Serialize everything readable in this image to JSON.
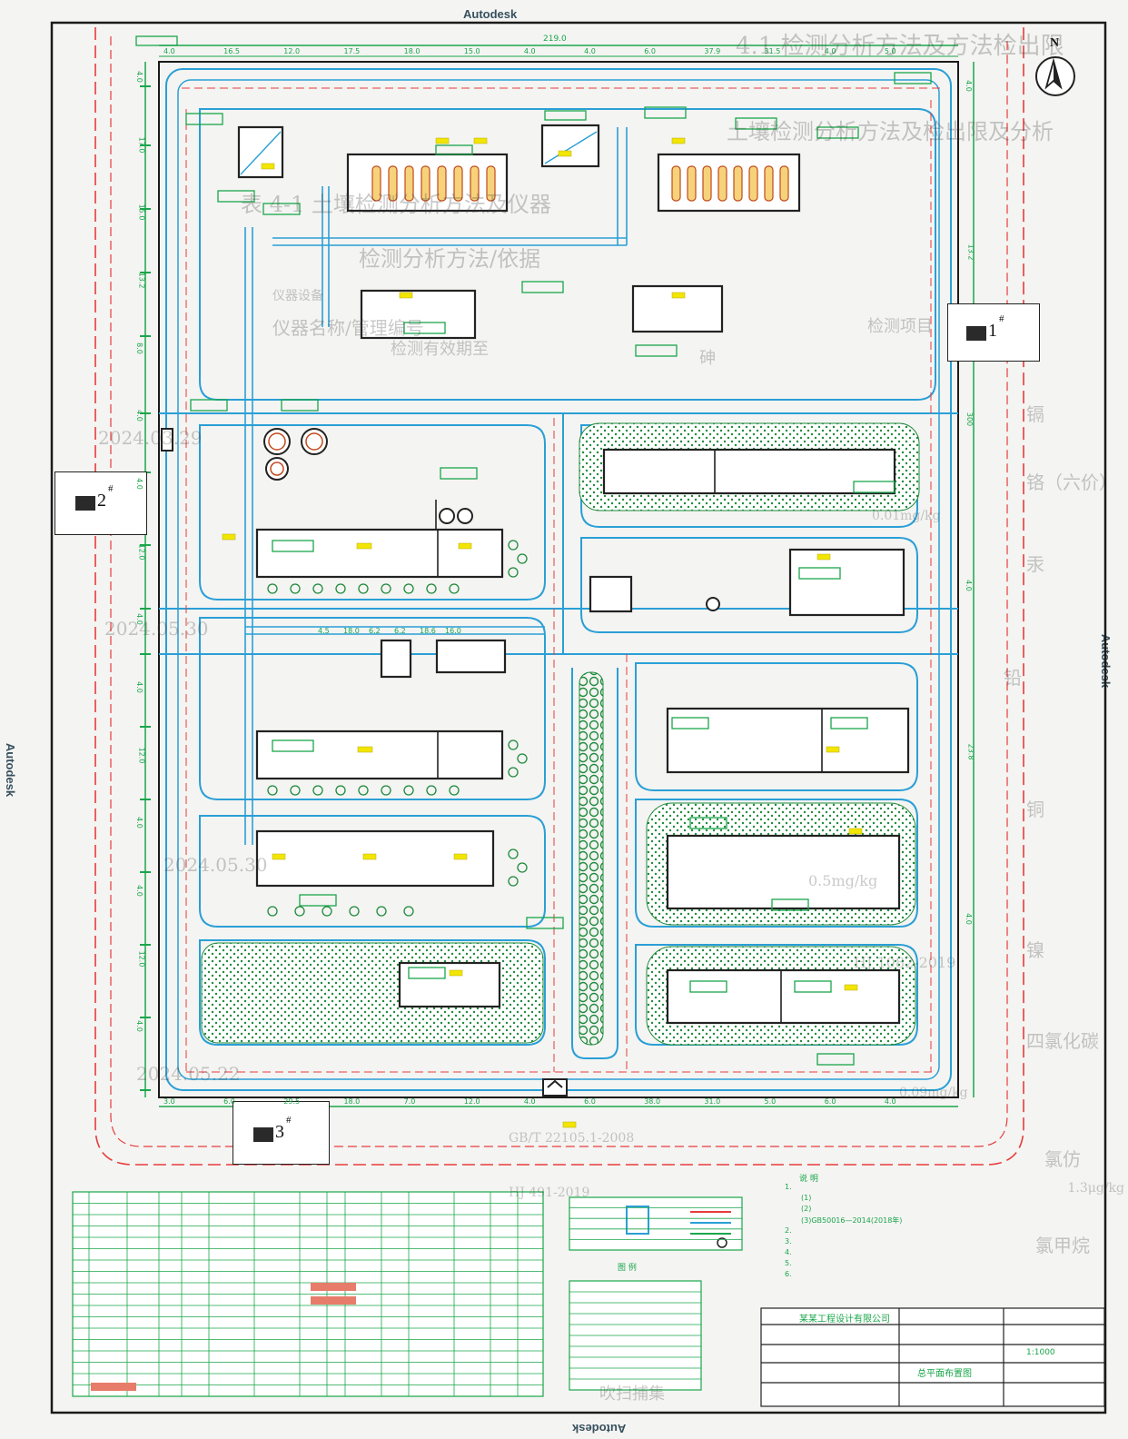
{
  "watermark": {
    "top": "Autodesk",
    "bottom": "Autodesk",
    "left": "Autodesk",
    "right": "Autodesk"
  },
  "colors": {
    "site_boundary": "#1a1a1a",
    "road": "#2a9fd6",
    "dimension": "#19a64a",
    "red_line": "#e63c3c",
    "label": "#f2e600",
    "building": "#222222",
    "green_hatch": "#1d8a3a"
  },
  "north_arrow": {
    "letter": "N",
    "icon": "north-arrow-icon"
  },
  "monitoring_wells": [
    {
      "id": "well-1",
      "label": "1",
      "sup": "#"
    },
    {
      "id": "well-2",
      "label": "2",
      "sup": "#"
    },
    {
      "id": "well-3",
      "label": "3",
      "sup": "#"
    }
  ],
  "dimensions": {
    "top_total": "219.0",
    "top": [
      "4.0",
      "16.5",
      "12.0",
      "17.5",
      "18.0",
      "15.0",
      "4.0",
      "4.0",
      "6.0",
      "37.9",
      "31.5",
      "4.0",
      "5.0"
    ],
    "left": [
      "4.0",
      "17.0",
      "15.0",
      "13.2",
      "8.0",
      "4.0",
      "4.0",
      "12.0",
      "4.0",
      "4.0",
      "12.0",
      "4.0",
      "4.0",
      "12.0",
      "4.0"
    ],
    "right": [
      "4.0",
      "13.2",
      "300",
      "4.0",
      "23.8",
      "4.0"
    ],
    "bottom": [
      "3.0",
      "6.0",
      "29.5",
      "18.0",
      "7.0",
      "12.0",
      "4.0",
      "6.0",
      "38.0",
      "31.0",
      "5.0",
      "6.0",
      "4.0"
    ],
    "inner": [
      "4.5",
      "18.0",
      "6.2",
      "6.2",
      "18.6",
      "16.0"
    ]
  },
  "background_page_text": [
    "4.1 检测分析方法及方法检出限",
    "土壤检测分析方法及检出限及分析",
    "表 4-1 土壤检测分析方法及仪器",
    "检测分析方法/依据",
    "仪器名称/管理编号",
    "检测有效期至",
    "检测项目",
    "砷",
    "镉",
    "铬（六价）",
    "汞",
    "铅",
    "铜",
    "镍",
    "四氯化碳",
    "氯仿",
    "氯甲烷",
    "2024.03.29",
    "2024.05.30",
    "2024.05.22",
    "2024.05.30",
    "0.01mg/kg",
    "0.09mg/kg",
    "0.5mg/kg",
    "1.3μg/kg",
    "GB/T 22105.1-2008",
    "HJ 491-2019",
    "HJ 1082-2019",
    "仪器设备",
    "吹扫捕集"
  ],
  "legend": {
    "title": "图  例",
    "rows": 6
  },
  "notes": {
    "title": "说  明",
    "items": [
      "1.",
      "(1)",
      "(2)",
      "(3)GB50016—2014(2018年)",
      "2.",
      "3.",
      "4.",
      "5.",
      "6."
    ]
  },
  "title_block": {
    "company": "某某工程设计有限公司",
    "drawing_name": "总平面布置图",
    "scale_label": "1:1000"
  }
}
